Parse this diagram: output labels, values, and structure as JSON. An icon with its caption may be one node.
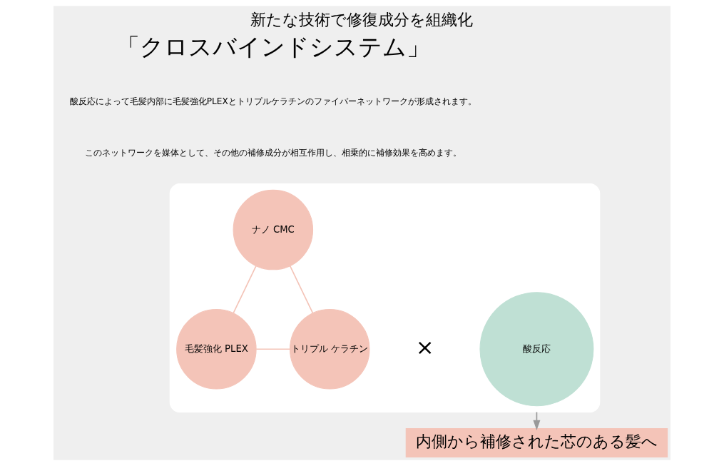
{
  "diagram": {
    "title": "新たな技術で修復成分を組織化",
    "nodes": [
      {
        "text": [],
        "shape": "box"
      },
      {
        "text": [
          "ナノ CMC"
        ],
        "in": 0
      },
      {
        "text": [
          "毛髪強化 PLEX"
        ],
        "in": 0
      },
      {
        "text": [
          "トリプル ケラチン"
        ],
        "in": 0
      },
      {
        "text": [
          "酸反応"
        ],
        "in": 0
      },
      {
        "text": [
          "内側から補修された芯のある髪へ"
        ]
      }
    ],
    "edges": [
      {
        "from": 1,
        "to": 2,
        "arrow": "none"
      },
      {
        "from": 1,
        "to": 3,
        "arrow": "none"
      },
      {
        "from": 2,
        "to": 3,
        "arrow": "none"
      },
      {
        "from": 0,
        "to": 5,
        "arrow": "to",
        "color": "#999999"
      }
    ],
    "labels": [
      "「クロスバインドシステム」",
      "酸反応によって毛髪内部に毛髪強化PLEXとトリプルケラチンのファイバーネットワークが形成されます。",
      "このネットワークを媒体として、その他の補修成分が相互作用し、相乗的に補修効果を高めます。",
      "×"
    ]
  }
}
